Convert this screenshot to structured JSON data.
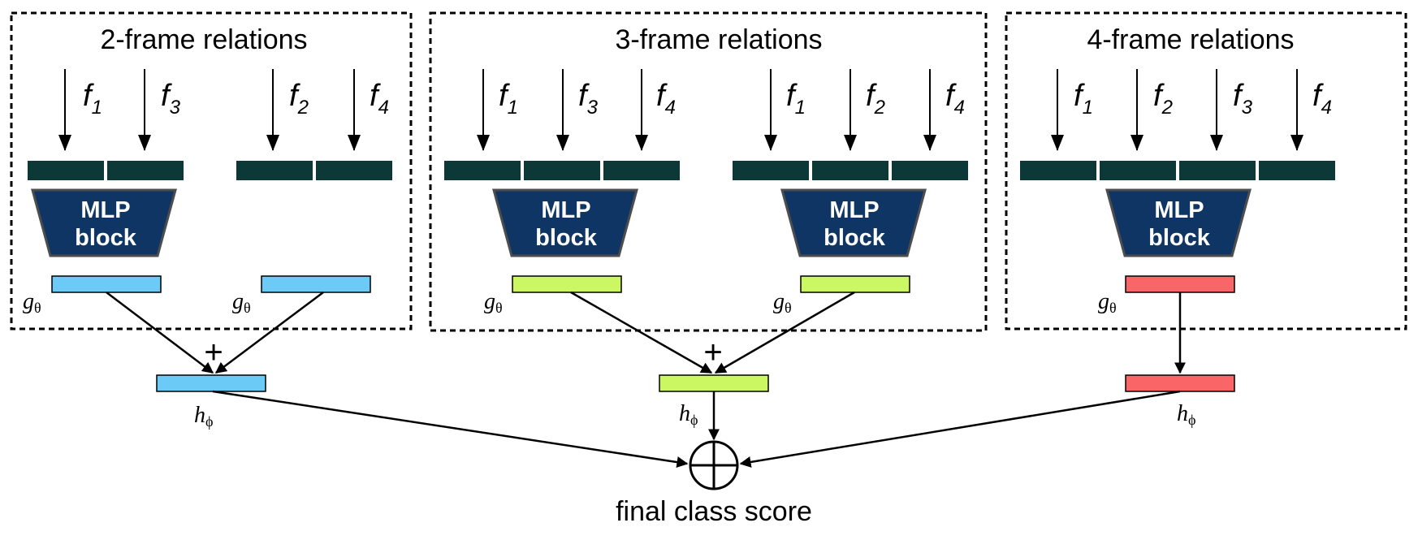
{
  "colors": {
    "feature_bar": "#0d3838",
    "mlp_fill": "#0e3563",
    "mlp_stroke": "#4d4d4d",
    "g2": "#6ccaf6",
    "g3": "#cbf763",
    "g4": "#fa6668",
    "line": "#000000"
  },
  "panels": [
    {
      "title": "2-frame relations",
      "color_key": "g2",
      "groups": [
        {
          "frames": [
            {
              "sym": "f",
              "sub": "1"
            },
            {
              "sym": "f",
              "sub": "3"
            }
          ],
          "mlp": [
            "MLP",
            "block"
          ],
          "g": {
            "sym": "g",
            "sub": "θ"
          }
        },
        {
          "frames": [
            {
              "sym": "f",
              "sub": "2"
            },
            {
              "sym": "f",
              "sub": "4"
            }
          ],
          "mlp": [],
          "g": {
            "sym": "g",
            "sub": "θ"
          }
        }
      ],
      "combine": "+",
      "h": {
        "sym": "h",
        "sub": "ϕ"
      }
    },
    {
      "title": "3-frame relations",
      "color_key": "g3",
      "groups": [
        {
          "frames": [
            {
              "sym": "f",
              "sub": "1"
            },
            {
              "sym": "f",
              "sub": "3"
            },
            {
              "sym": "f",
              "sub": "4"
            }
          ],
          "mlp": [
            "MLP",
            "block"
          ],
          "g": {
            "sym": "g",
            "sub": "θ"
          }
        },
        {
          "frames": [
            {
              "sym": "f",
              "sub": "1"
            },
            {
              "sym": "f",
              "sub": "2"
            },
            {
              "sym": "f",
              "sub": "4"
            }
          ],
          "mlp": [
            "MLP",
            "block"
          ],
          "g": {
            "sym": "g",
            "sub": "θ"
          }
        }
      ],
      "combine": "+",
      "h": {
        "sym": "h",
        "sub": "ϕ"
      }
    },
    {
      "title": "4-frame relations",
      "color_key": "g4",
      "groups": [
        {
          "frames": [
            {
              "sym": "f",
              "sub": "1"
            },
            {
              "sym": "f",
              "sub": "2"
            },
            {
              "sym": "f",
              "sub": "3"
            },
            {
              "sym": "f",
              "sub": "4"
            }
          ],
          "mlp": [
            "MLP",
            "block"
          ],
          "g": {
            "sym": "g",
            "sub": "θ"
          }
        }
      ],
      "combine": "",
      "h": {
        "sym": "h",
        "sub": "ϕ"
      }
    }
  ],
  "final": {
    "label": "final class score",
    "operator": "⊕"
  }
}
